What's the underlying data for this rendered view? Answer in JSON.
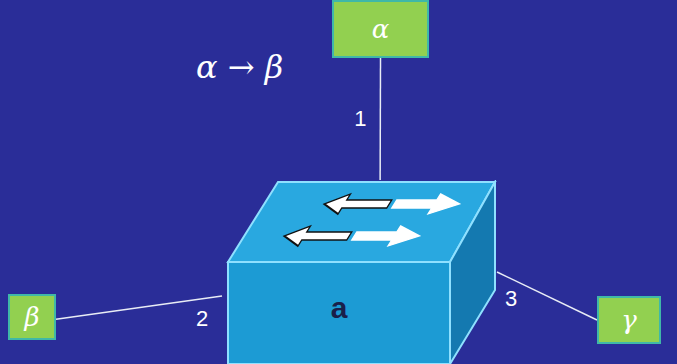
{
  "diagram": {
    "nodes": [
      {
        "text": [
          "α"
        ]
      },
      {
        "text": [
          "β"
        ]
      },
      {
        "text": [
          "a"
        ]
      },
      {
        "text": [
          "γ"
        ]
      }
    ],
    "edges": [
      {
        "from": 2,
        "to": 0,
        "arrow": "none",
        "label": "1"
      },
      {
        "from": 2,
        "to": 1,
        "arrow": "none",
        "label": "2"
      },
      {
        "from": 2,
        "to": 3,
        "arrow": "none",
        "label": "3"
      }
    ],
    "labels": [
      "α → β"
    ]
  }
}
